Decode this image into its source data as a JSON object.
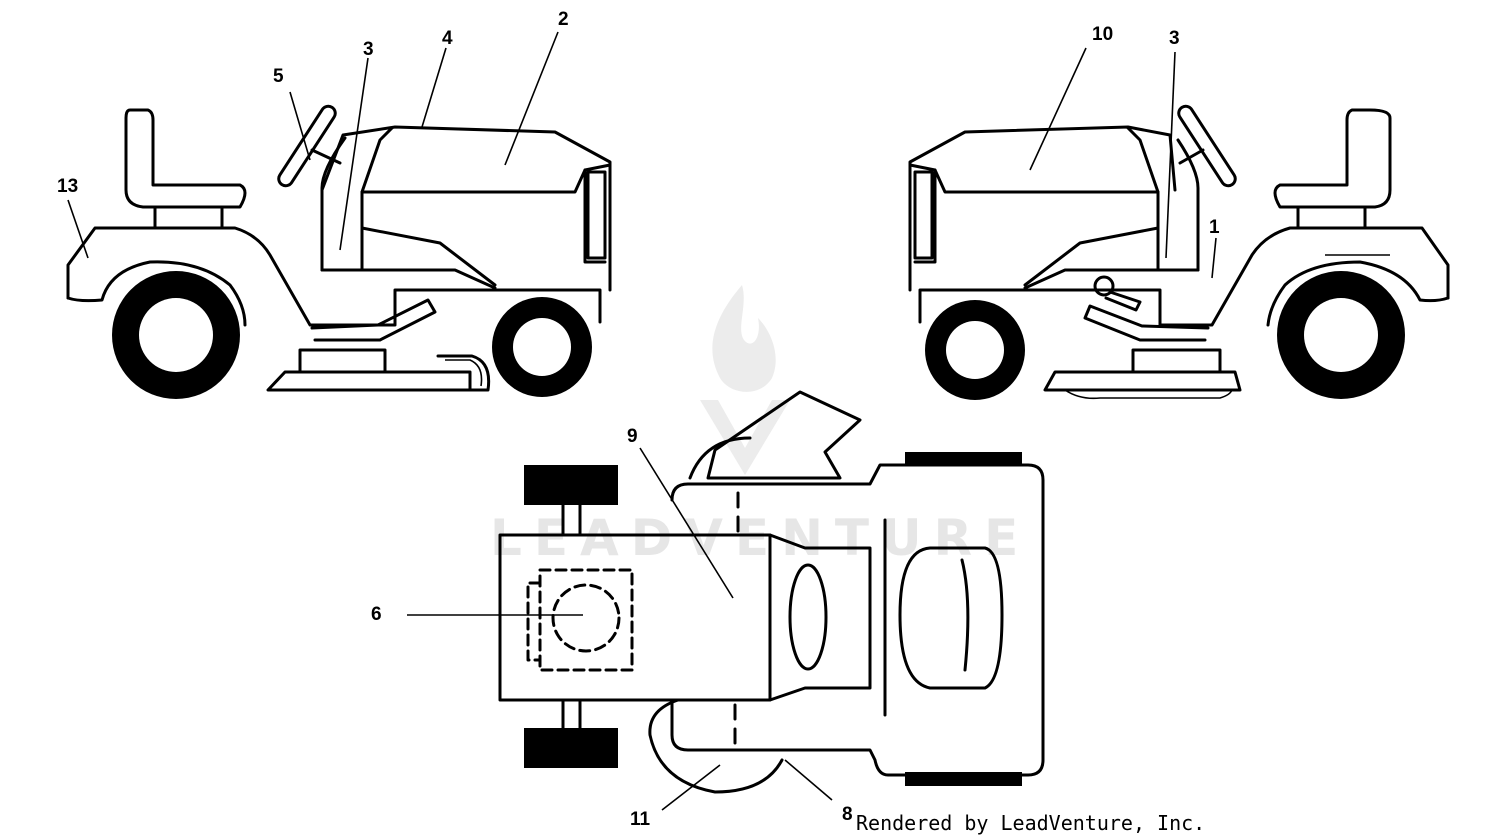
{
  "callouts": [
    {
      "id": "1",
      "label": "1"
    },
    {
      "id": "2",
      "label": "2"
    },
    {
      "id": "3a",
      "label": "3"
    },
    {
      "id": "3b",
      "label": "3"
    },
    {
      "id": "4",
      "label": "4"
    },
    {
      "id": "5",
      "label": "5"
    },
    {
      "id": "6",
      "label": "6"
    },
    {
      "id": "8",
      "label": "8"
    },
    {
      "id": "9",
      "label": "9"
    },
    {
      "id": "10",
      "label": "10"
    },
    {
      "id": "11",
      "label": "11"
    },
    {
      "id": "13",
      "label": "13"
    }
  ],
  "watermark": {
    "text": "LEADVENTURE",
    "color": "#e6e6e6"
  },
  "credit": {
    "text": "Rendered by LeadVenture, Inc."
  },
  "colors": {
    "line": "#000000",
    "background": "#ffffff"
  }
}
